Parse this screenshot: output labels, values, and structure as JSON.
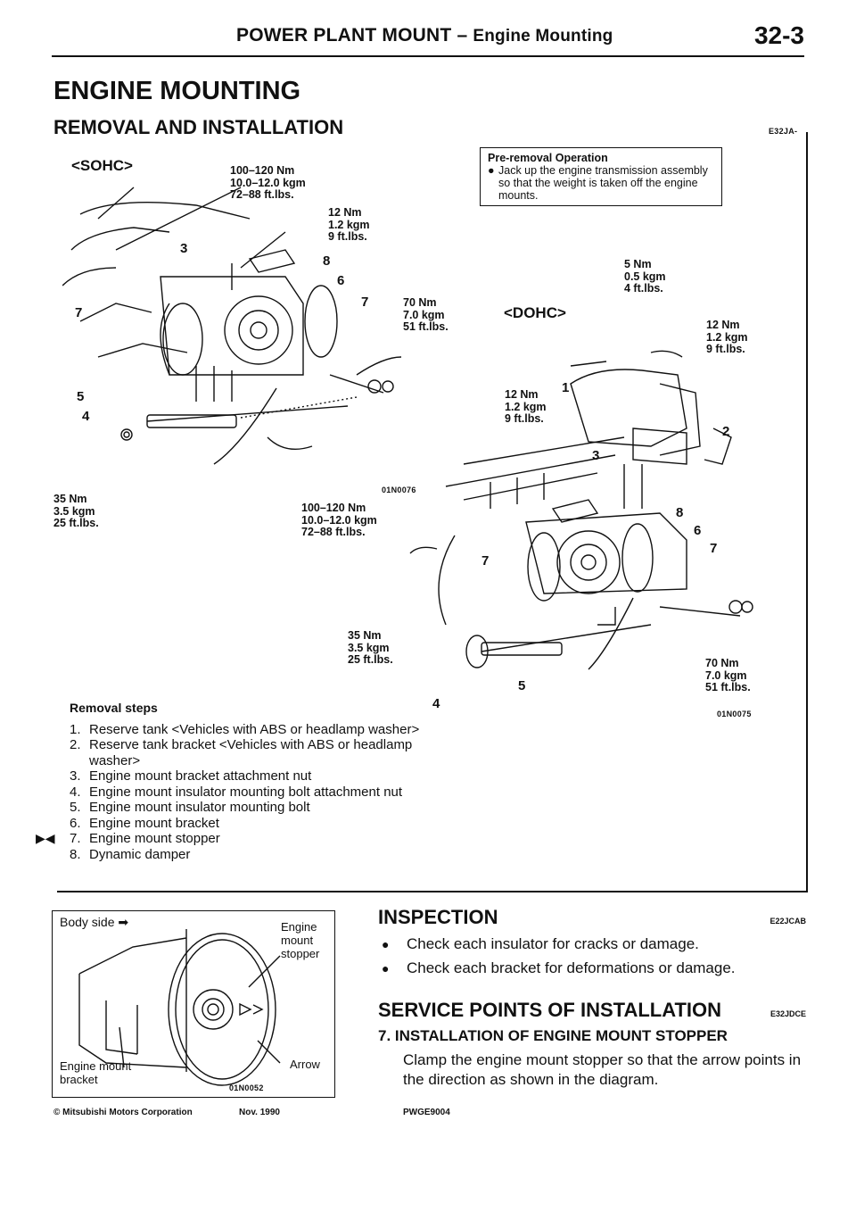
{
  "header": {
    "title_main": "POWER PLANT MOUNT",
    "title_dash": "–",
    "title_sub": "Engine Mounting",
    "page_number": "32-3"
  },
  "headings": {
    "main": "ENGINE MOUNTING",
    "sub": "REMOVAL AND INSTALLATION",
    "sub_code": "E32JA-"
  },
  "pre_removal": {
    "title": "Pre-removal Operation",
    "bullet": "●",
    "text": "Jack up the engine transmission assembly so that the weight is taken off the engine mounts."
  },
  "sohc_diagram": {
    "variant": "<SOHC>",
    "fig_code": "01N0076",
    "torque_top": "100–120 Nm\n10.0–12.0 kgm\n72–88 ft.lbs.",
    "torque_12": "12 Nm\n1.2 kgm\n9 ft.lbs.",
    "torque_70": "70 Nm\n7.0 kgm\n51 ft.lbs.",
    "torque_35": "35 Nm\n3.5 kgm\n25 ft.lbs.",
    "labels": [
      "3",
      "8",
      "6",
      "7",
      "7",
      "5",
      "4"
    ]
  },
  "dohc_diagram": {
    "variant": "<DOHC>",
    "fig_code": "01N0075",
    "torque_5": "5 Nm\n0.5 kgm\n4 ft.lbs.",
    "torque_12_right": "12 Nm\n1.2 kgm\n9 ft.lbs.",
    "torque_12_left": "12 Nm\n1.2 kgm\n9 ft.lbs.",
    "torque_100": "100–120 Nm\n10.0–12.0 kgm\n72–88 ft.lbs.",
    "torque_35": "35 Nm\n3.5 kgm\n25 ft.lbs.",
    "torque_70": "70 Nm\n7.0 kgm\n51 ft.lbs.",
    "labels": [
      "1",
      "2",
      "3",
      "8",
      "6",
      "7",
      "7",
      "5",
      "4"
    ]
  },
  "removal": {
    "title": "Removal steps",
    "marker": "▶◀",
    "steps": [
      {
        "n": "1.",
        "text": "Reserve tank <Vehicles with ABS or headlamp washer>"
      },
      {
        "n": "2.",
        "text": "Reserve tank bracket <Vehicles with ABS or headlamp washer>"
      },
      {
        "n": "3.",
        "text": "Engine mount bracket attachment nut"
      },
      {
        "n": "4.",
        "text": "Engine mount insulator mounting bolt attachment nut"
      },
      {
        "n": "5.",
        "text": "Engine mount insulator mounting bolt"
      },
      {
        "n": "6.",
        "text": "Engine mount bracket"
      },
      {
        "n": "7.",
        "text": "Engine mount stopper"
      },
      {
        "n": "8.",
        "text": "Dynamic damper"
      }
    ]
  },
  "stopper_diagram": {
    "body_side": "Body side ➡",
    "engine_mount_stopper": "Engine\nmount\nstopper",
    "arrow": "Arrow",
    "engine_mount_bracket": "Engine mount\nbracket",
    "fig_code": "01N0052"
  },
  "inspection": {
    "title": "INSPECTION",
    "code": "E22JCAB",
    "bullet": "●",
    "items": [
      "Check each insulator for cracks or damage.",
      "Check each bracket for deformations or damage."
    ]
  },
  "service": {
    "title": "SERVICE POINTS OF INSTALLATION",
    "code": "E32JDCE",
    "step_title": "7. INSTALLATION OF ENGINE MOUNT STOPPER",
    "text": "Clamp the engine mount stopper so that the arrow points in the direction as shown in the diagram."
  },
  "footer": {
    "copyright": "© Mitsubishi Motors Corporation",
    "date": "Nov. 1990",
    "code": "PWGE9004"
  }
}
